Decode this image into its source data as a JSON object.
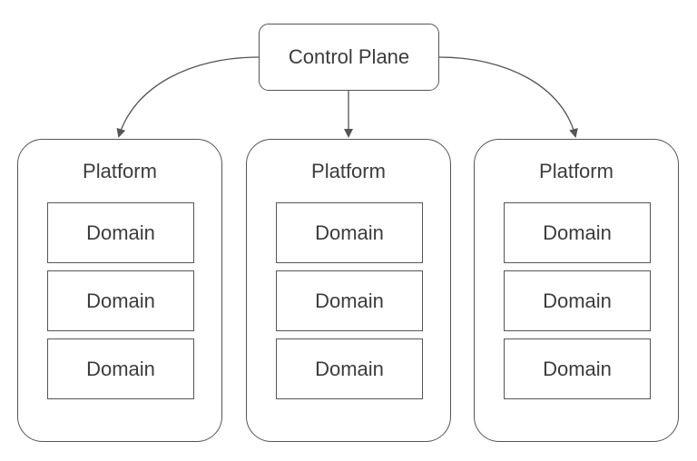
{
  "control_plane": {
    "label": "Control Plane"
  },
  "platforms": [
    {
      "title": "Platform",
      "domains": [
        "Domain",
        "Domain",
        "Domain"
      ]
    },
    {
      "title": "Platform",
      "domains": [
        "Domain",
        "Domain",
        "Domain"
      ]
    },
    {
      "title": "Platform",
      "domains": [
        "Domain",
        "Domain",
        "Domain"
      ]
    }
  ],
  "edges": [
    {
      "from": "Control Plane",
      "to": "Platform 1"
    },
    {
      "from": "Control Plane",
      "to": "Platform 2"
    },
    {
      "from": "Control Plane",
      "to": "Platform 3"
    }
  ],
  "colors": {
    "stroke": "#555555",
    "text": "#3c3c3c",
    "background": "#ffffff"
  }
}
